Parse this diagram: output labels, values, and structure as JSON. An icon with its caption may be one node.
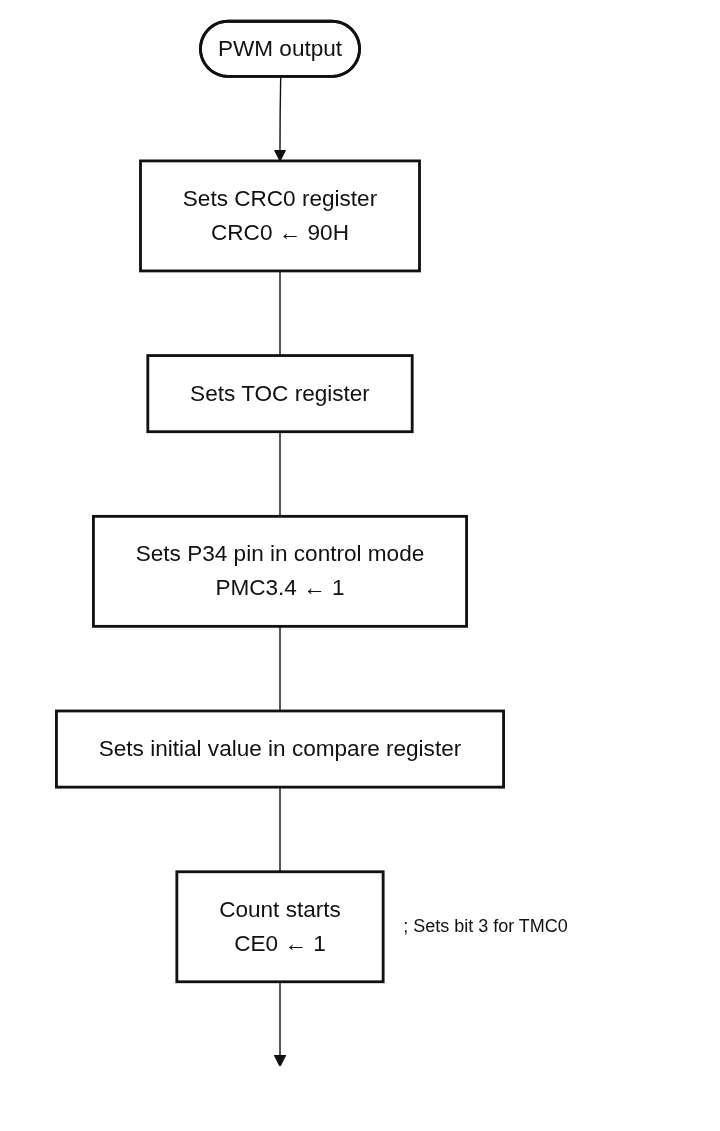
{
  "diagram": {
    "nodes": [
      {
        "text": [
          "PWM output"
        ]
      },
      {
        "text": [
          "Sets CRC0 register",
          "CRC0 ← 90H"
        ]
      },
      {
        "text": [
          "Sets TOC register"
        ]
      },
      {
        "text": [
          "Sets P34 pin in control mode",
          "PMC3.4 ← 1"
        ]
      },
      {
        "text": [
          "Sets initial value in compare register"
        ]
      },
      {
        "text": [
          "Count starts",
          "CE0 ← 1"
        ],
        "beside": [
          "; Sets bit 3 for TMC0"
        ]
      }
    ],
    "edges": [
      {
        "from": 0,
        "to": 1,
        "arrow": "to"
      },
      {
        "from": 1,
        "to": 2,
        "arrow": "none"
      },
      {
        "from": 2,
        "to": 3,
        "arrow": "none"
      },
      {
        "from": 3,
        "to": 4,
        "arrow": "none"
      },
      {
        "from": 4,
        "to": 5,
        "arrow": "none"
      },
      {
        "from": 5,
        "to": null,
        "arrow": "to"
      }
    ]
  }
}
